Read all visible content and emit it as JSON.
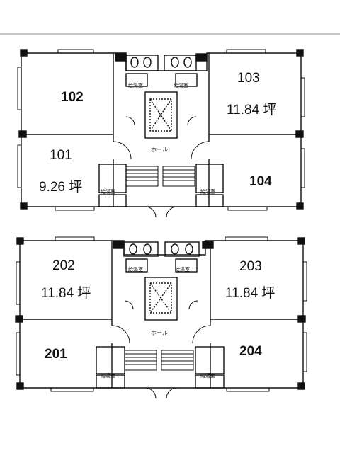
{
  "floor1": {
    "unit_101": {
      "number": "101",
      "area": "9.26 坪"
    },
    "unit_102": {
      "number": "102"
    },
    "unit_103": {
      "number": "103",
      "area": "11.84 坪"
    },
    "unit_104": {
      "number": "104"
    },
    "hall": "ホール",
    "meter_box": "給湯室"
  },
  "floor2": {
    "unit_201": {
      "number": "201"
    },
    "unit_202": {
      "number": "202",
      "area": "11.84 坪"
    },
    "unit_203": {
      "number": "203",
      "area": "11.84 坪"
    },
    "unit_204": {
      "number": "204"
    },
    "hall": "ホール",
    "meter_box": "給湯室"
  }
}
